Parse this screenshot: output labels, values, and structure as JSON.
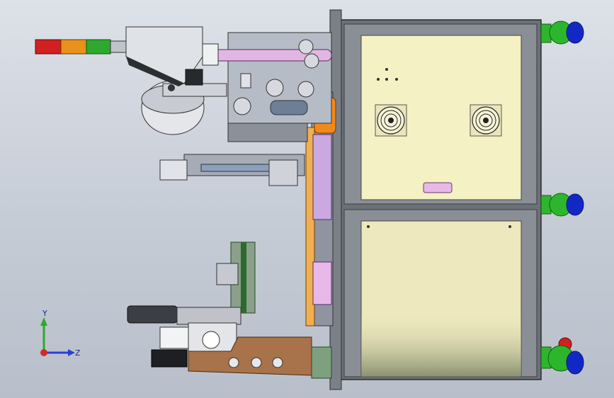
{
  "view": {
    "type": "cad-3d-assembly",
    "background_top": "#dde1e8",
    "background_bottom": "#b9bfca"
  },
  "triad": {
    "y_label": "Y",
    "z_label": "Z",
    "y_color": "#2fa82f",
    "z_color": "#2a3fd0",
    "x_color": "#d22a2a"
  },
  "colors": {
    "cabinet_frame": "#6c7178",
    "cabinet_panel_upper": "#f4f1c4",
    "cabinet_panel_lower": "#ede8bd",
    "fitting_green": "#2db62d",
    "fitting_blue": "#1228c6",
    "tower_red": "#d0201f",
    "tower_orange": "#e8911c",
    "tower_green": "#2ea82e",
    "accent_pink": "#e8b8e8",
    "accent_orange": "#f08a1a",
    "plate_brown": "#a8724a"
  }
}
